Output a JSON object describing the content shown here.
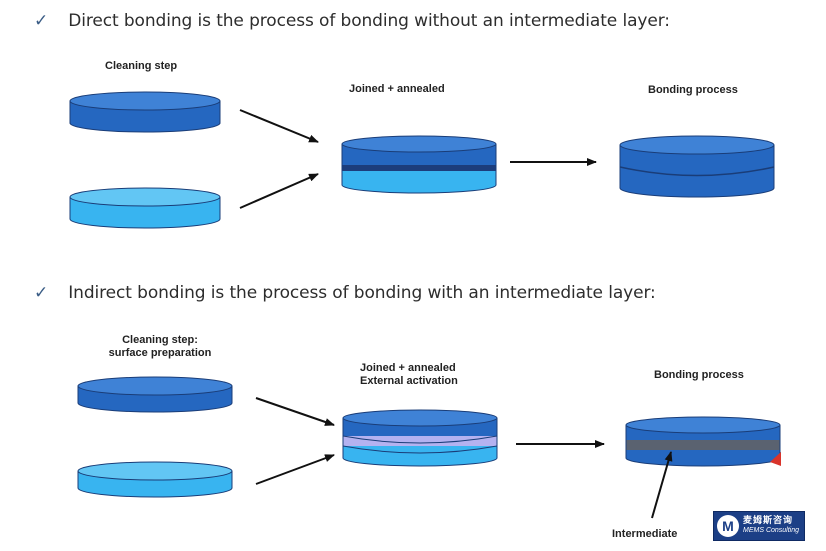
{
  "bullets": [
    {
      "icon": "check-icon",
      "text": "Direct bonding is the process of bonding without an intermediate layer:"
    },
    {
      "icon": "check-icon",
      "text": "Indirect bonding is the process of bonding with an intermediate layer:"
    }
  ],
  "direct": {
    "step1": "Cleaning step",
    "step2": "Joined + annealed",
    "step3": "Bonding process"
  },
  "indirect": {
    "step1_line1": "Cleaning step:",
    "step1_line2": "surface preparation",
    "step2_line1": "Joined + annealed",
    "step2_line2": "External activation",
    "step3": "Bonding process",
    "intermediate": "Intermediate"
  },
  "logo": {
    "badge": "M",
    "cn": "麦姆斯咨询",
    "en": "MEMS Consulting"
  },
  "colors": {
    "dark_wafer": "#2567c0",
    "light_wafer": "#38b4f0",
    "intermediate_purple": "#b4b2f0",
    "intermediate_gray": "#5a6270",
    "outline": "#1a3d78"
  }
}
